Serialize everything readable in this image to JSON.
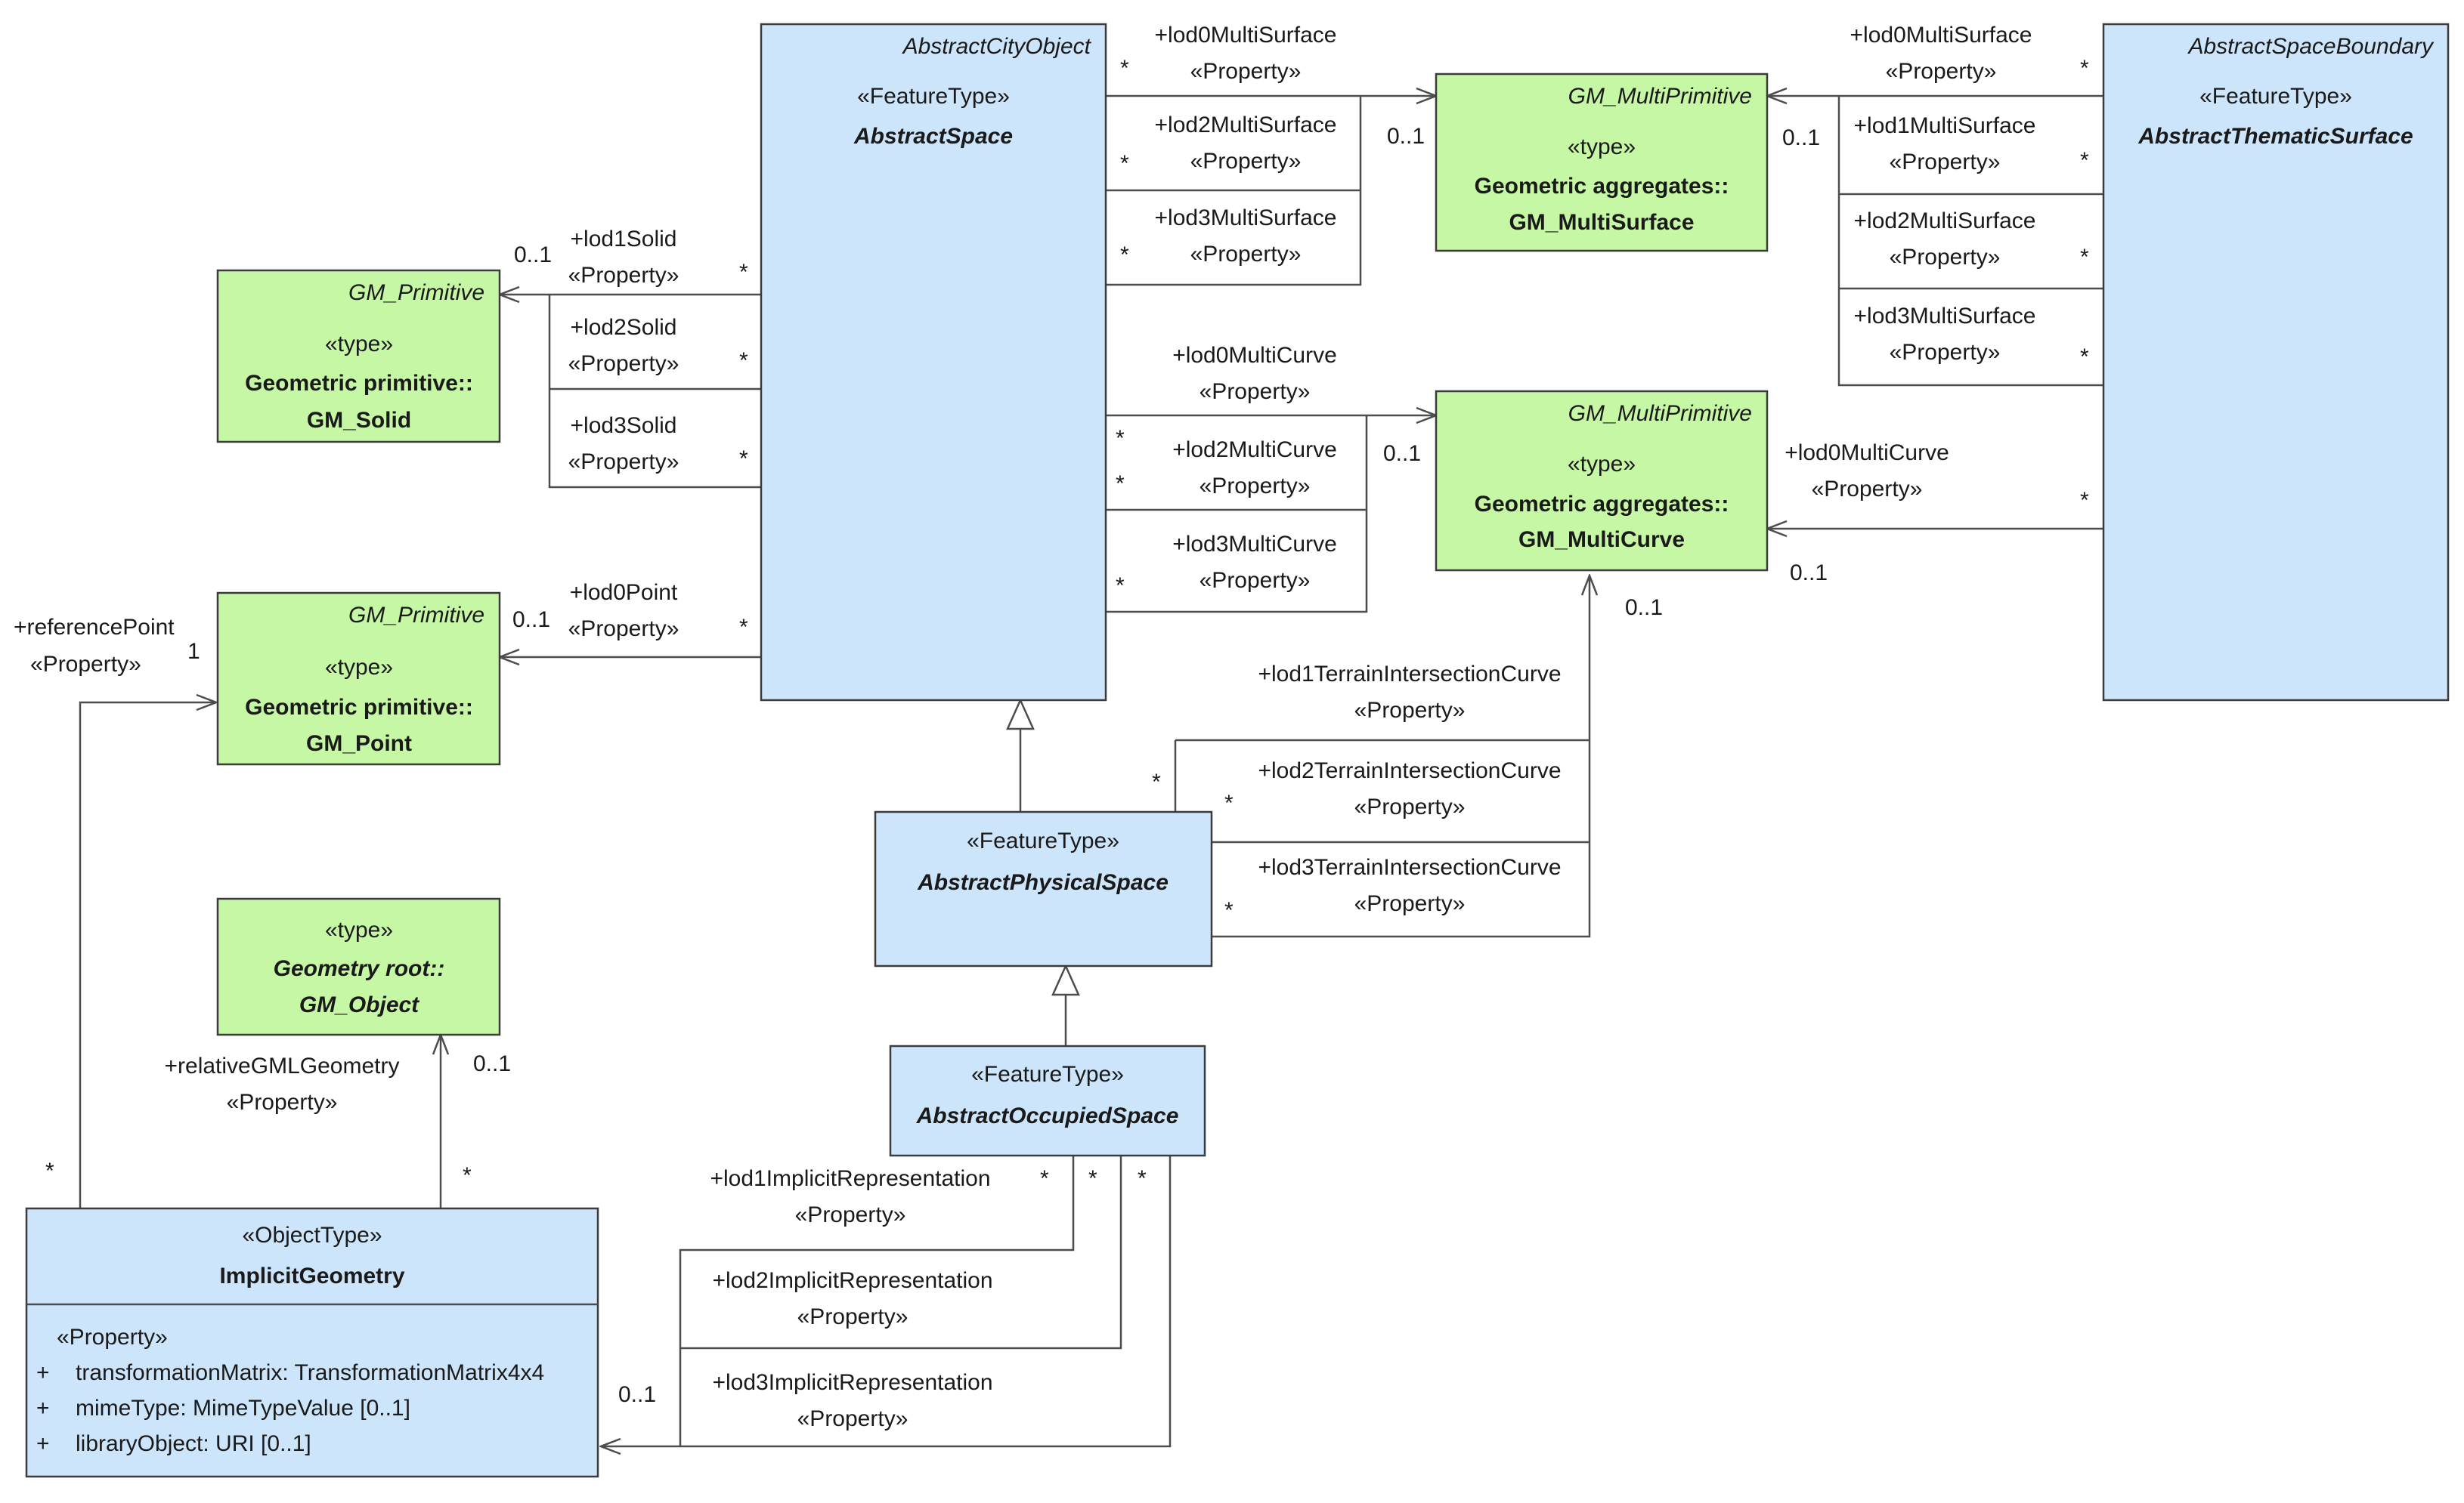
{
  "classes": {
    "abstract_space": {
      "parent": "AbstractCityObject",
      "stereotype": "«FeatureType»",
      "name": "AbstractSpace"
    },
    "abstract_thematic_surface": {
      "parent": "AbstractSpaceBoundary",
      "stereotype": "«FeatureType»",
      "name": "AbstractThematicSurface"
    },
    "gm_multisurface": {
      "parent": "GM_MultiPrimitive",
      "stereotype": "«type»",
      "name_line1": "Geometric aggregates::",
      "name_line2": "GM_MultiSurface"
    },
    "gm_multicurve": {
      "parent": "GM_MultiPrimitive",
      "stereotype": "«type»",
      "name_line1": "Geometric aggregates::",
      "name_line2": "GM_MultiCurve"
    },
    "gm_solid": {
      "parent": "GM_Primitive",
      "stereotype": "«type»",
      "name_line1": "Geometric primitive::",
      "name_line2": "GM_Solid"
    },
    "gm_point": {
      "parent": "GM_Primitive",
      "stereotype": "«type»",
      "name_line1": "Geometric primitive::",
      "name_line2": "GM_Point"
    },
    "gm_object": {
      "stereotype": "«type»",
      "name_line1": "Geometry root::",
      "name_line2": "GM_Object"
    },
    "abstract_physical_space": {
      "stereotype": "«FeatureType»",
      "name": "AbstractPhysicalSpace"
    },
    "abstract_occupied_space": {
      "stereotype": "«FeatureType»",
      "name": "AbstractOccupiedSpace"
    },
    "implicit_geometry": {
      "stereotype": "«ObjectType»",
      "name": "ImplicitGeometry",
      "attr_stereotype": "«Property»",
      "attributes": [
        {
          "vis": "+",
          "text": "transformationMatrix: TransformationMatrix4x4"
        },
        {
          "vis": "+",
          "text": "mimeType: MimeTypeValue [0..1]"
        },
        {
          "vis": "+",
          "text": "libraryObject: URI [0..1]"
        }
      ]
    }
  },
  "stereo_property": "«Property»",
  "roles": {
    "space_lod0_multisurface": "+lod0MultiSurface",
    "space_lod2_multisurface": "+lod2MultiSurface",
    "space_lod3_multisurface": "+lod3MultiSurface",
    "space_lod0_multicurve": "+lod0MultiCurve",
    "space_lod2_multicurve": "+lod2MultiCurve",
    "space_lod3_multicurve": "+lod3MultiCurve",
    "space_lod1_solid": "+lod1Solid",
    "space_lod2_solid": "+lod2Solid",
    "space_lod3_solid": "+lod3Solid",
    "space_lod0_point": "+lod0Point",
    "ts_lod0_multisurface": "+lod0MultiSurface",
    "ts_lod1_multisurface": "+lod1MultiSurface",
    "ts_lod2_multisurface": "+lod2MultiSurface",
    "ts_lod3_multisurface": "+lod3MultiSurface",
    "ts_lod0_multicurve": "+lod0MultiCurve",
    "lod1_terrain": "+lod1TerrainIntersectionCurve",
    "lod2_terrain": "+lod2TerrainIntersectionCurve",
    "lod3_terrain": "+lod3TerrainIntersectionCurve",
    "lod1_implicit": "+lod1ImplicitRepresentation",
    "lod2_implicit": "+lod2ImplicitRepresentation",
    "lod3_implicit": "+lod3ImplicitRepresentation",
    "reference_point": "+referencePoint",
    "relative_gml_geometry": "+relativeGMLGeometry"
  },
  "multiplicity": {
    "zero_one": "0..1",
    "many": "*",
    "one": "1"
  }
}
